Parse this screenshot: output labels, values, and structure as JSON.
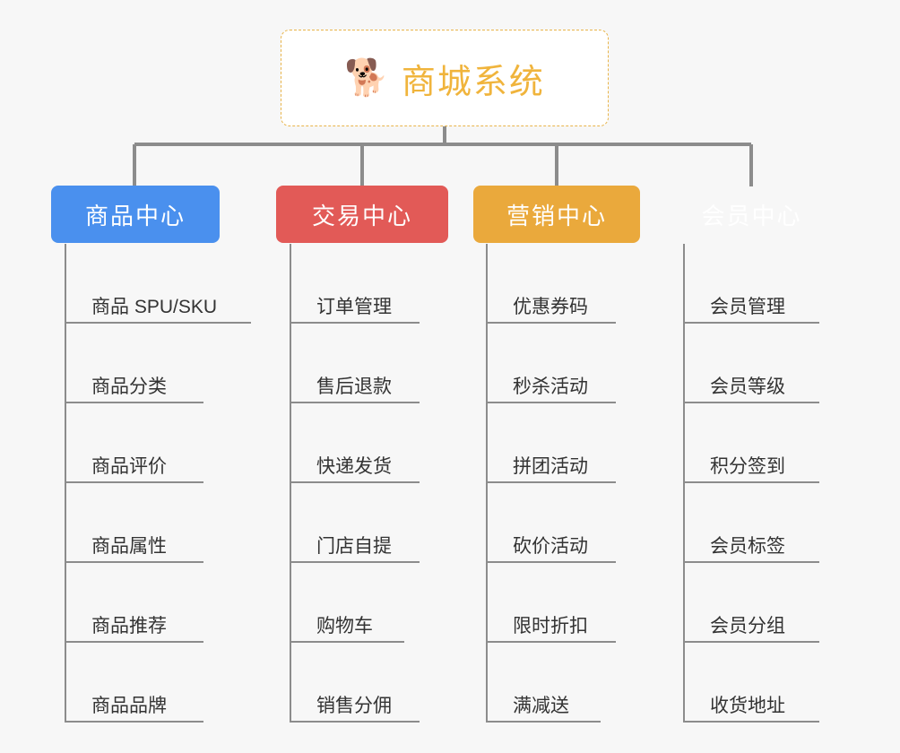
{
  "root": {
    "icon": "shiba-dog-face-icon",
    "icon_glyph": "🐕",
    "title": "商城系统",
    "title_color": "#f0b43c",
    "border_color": "#e8b44a",
    "background": "#ffffff"
  },
  "canvas": {
    "background": "#f7f7f7",
    "connector_color": "#8c8c8c"
  },
  "columns": [
    {
      "category": "商品中心",
      "color": "#4a90ee",
      "items": [
        "商品 SPU/SKU",
        "商品分类",
        "商品评价",
        "商品属性",
        "商品推荐",
        "商品品牌"
      ]
    },
    {
      "category": "交易中心",
      "color": "#e25a57",
      "items": [
        "订单管理",
        "售后退款",
        "快递发货",
        "门店自提",
        "购物车",
        "销售分佣"
      ]
    },
    {
      "category": "营销中心",
      "color": "#eaa93c",
      "items": [
        "优惠券码",
        "秒杀活动",
        "拼团活动",
        "砍价活动",
        "限时折扣",
        "满减送"
      ]
    },
    {
      "category": "会员中心",
      "color": "#77c council44",
      "items": [
        "会员管理",
        "会员等级",
        "积分签到",
        "会员标签",
        "会员分组",
        "收货地址"
      ]
    }
  ]
}
